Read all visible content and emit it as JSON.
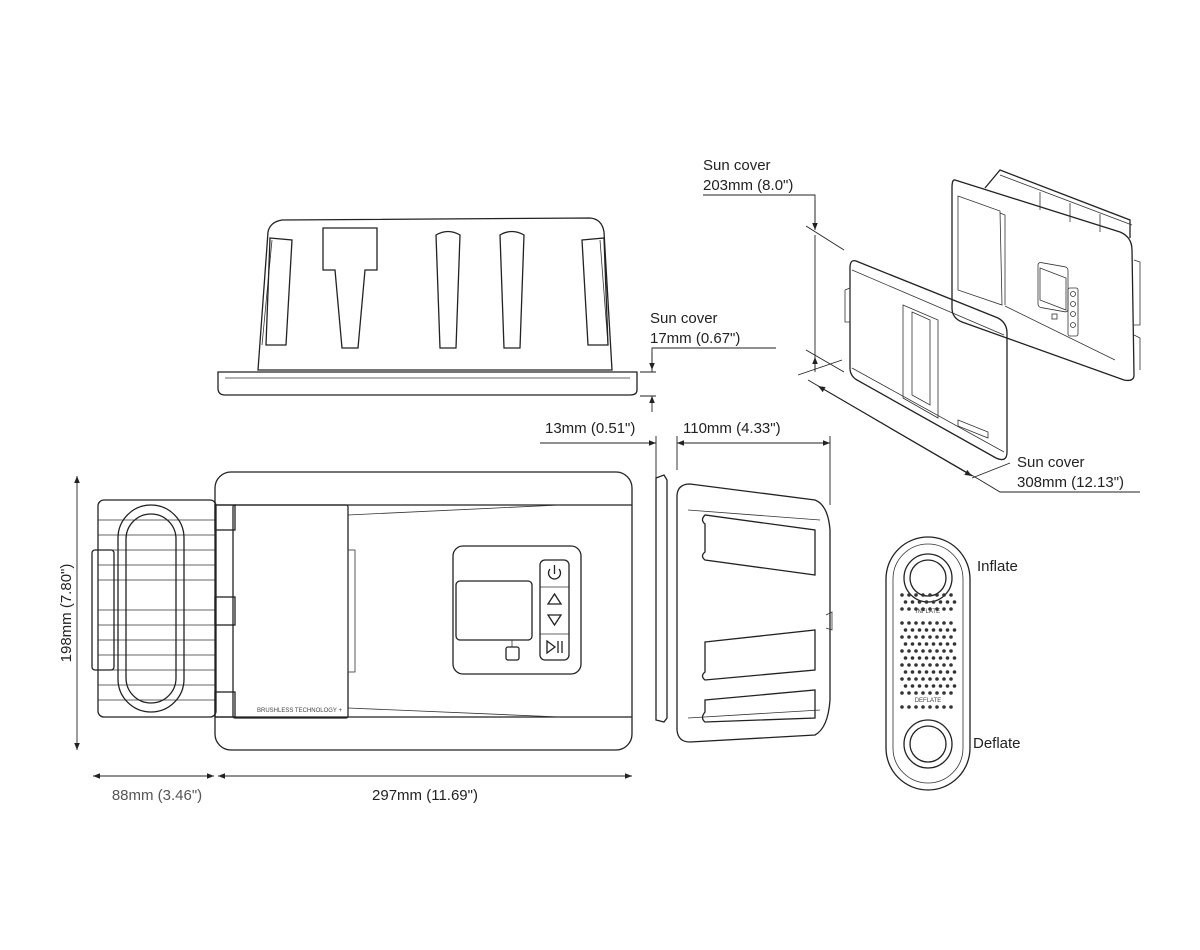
{
  "dimensions": {
    "sun_cover_depth": {
      "title": "Sun cover",
      "value": "17mm (0.67\")"
    },
    "sun_cover_height": {
      "title": "Sun cover",
      "value": "203mm (8.0\")"
    },
    "sun_cover_width": {
      "title": "Sun cover",
      "value": "308mm (12.13\")"
    },
    "flange_depth": "13mm (0.51\")",
    "body_depth": "110mm (4.33\")",
    "height": "198mm (7.80\")",
    "handle_width": "88mm (3.46\")",
    "body_width": "297mm (11.69\")"
  },
  "device": {
    "branding": "BRUSHLESS TECHNOLOGY +"
  },
  "remote": {
    "inflate_label": "Inflate",
    "deflate_label": "Deflate",
    "inflate_print": "INFLATE",
    "deflate_print": "DEFLATE"
  },
  "icons": [
    "power-icon",
    "up-arrow-icon",
    "down-arrow-icon",
    "play-pause-icon"
  ]
}
